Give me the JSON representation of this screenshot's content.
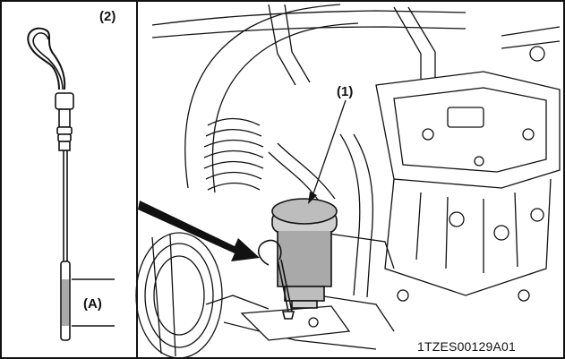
{
  "labels": {
    "dipstick_view": "(2)",
    "callout_part": "(1)",
    "range_marker": "(A)",
    "figure_code": "1TZES00129A01"
  },
  "colors": {
    "line": "#111111",
    "fill_gray": "#a9a9a9",
    "fill_light": "#cfcfcf",
    "background": "#ffffff"
  }
}
